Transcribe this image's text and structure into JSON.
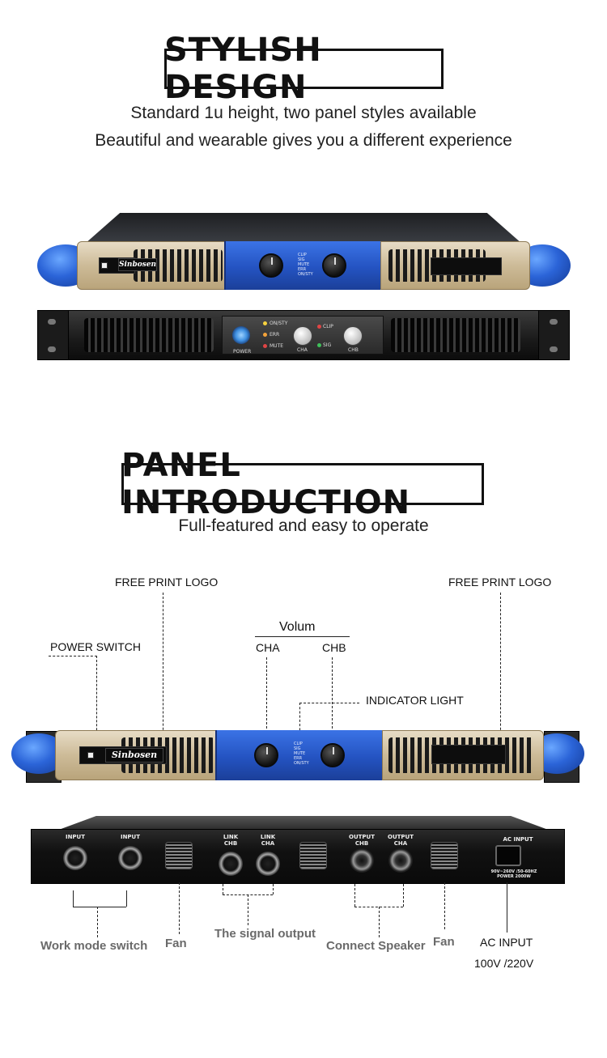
{
  "section1": {
    "title": "STYLISH DESIGN",
    "line1": "Standard 1u height, two panel styles available",
    "line2": "Beautiful and wearable gives you a different experience"
  },
  "section2": {
    "title": "PANEL INTRODUCTION",
    "line1": "Full-featured and easy to operate"
  },
  "brand": {
    "logo": "Sinbosen"
  },
  "front_panel": {
    "leds": [
      "CLIP",
      "SIG",
      "MUTE",
      "ERR",
      "ON/STY"
    ],
    "dark_leds_left": [
      "ON/STY",
      "ERR",
      "MUTE"
    ],
    "power_label": "POWER",
    "clip": "CLIP",
    "sig": "SIG",
    "cha": "CHA",
    "chb": "CHB"
  },
  "annotations": {
    "free_print_logo_left": "FREE PRINT LOGO",
    "free_print_logo_right": "FREE PRINT LOGO",
    "power_switch": "POWER SWITCH",
    "volum": "Volum",
    "cha": "CHA",
    "chb": "CHB",
    "indicator_light": "INDICATOR LIGHT",
    "work_mode_switch": "Work mode switch",
    "fan_left": "Fan",
    "signal_output": "The signal output",
    "connect_speaker": "Connect Speaker",
    "fan_right": "Fan",
    "ac_input": "AC INPUT",
    "voltage": "100V /220V"
  },
  "rear_panel": {
    "input_left": "INPUT",
    "input_right": "INPUT",
    "link_chb": "LINK\nCHB",
    "link_cha": "LINK\nCHA",
    "output_chb": "OUTPUT\nCHB",
    "output_cha": "OUTPUT\nCHA",
    "ac_input": "AC INPUT",
    "spec": "90V~260V /50-60HZ POWER 2000W"
  }
}
